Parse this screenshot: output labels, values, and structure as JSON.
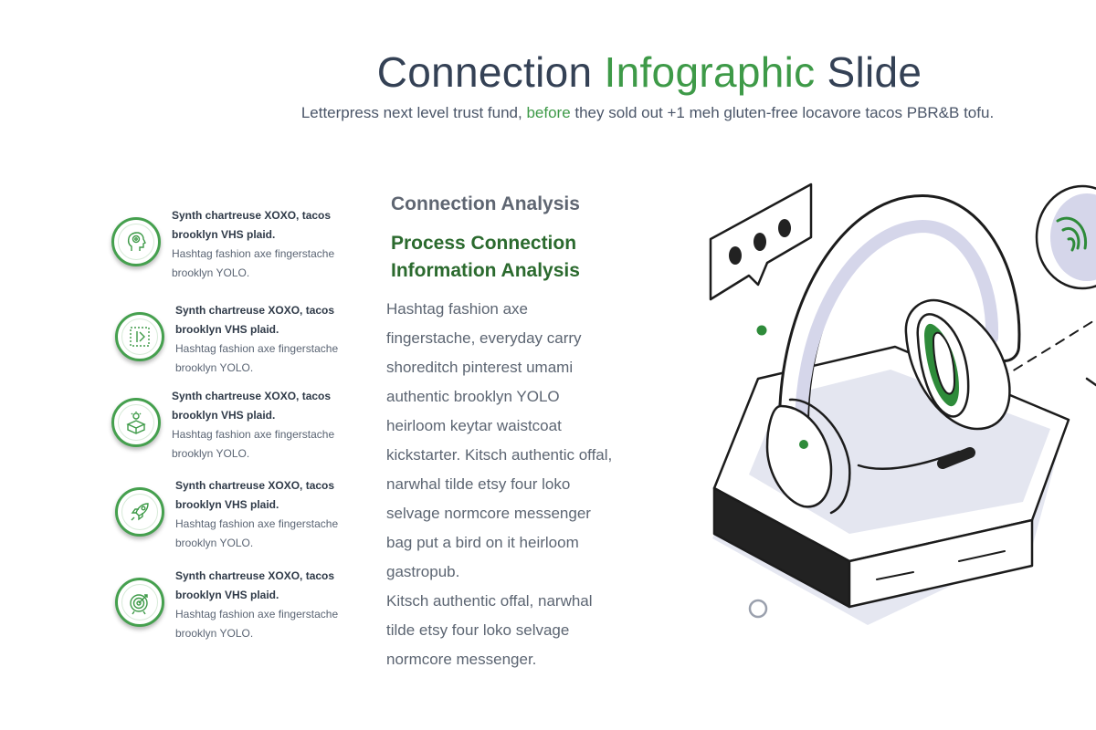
{
  "header": {
    "title_part1": "Connection ",
    "title_highlight": "Infographic",
    "title_part2": " Slide",
    "subtitle_part1": "Letterpress next level trust fund, ",
    "subtitle_highlight": "before",
    "subtitle_part2": " they sold out +1 meh gluten-free locavore tacos PBR&B tofu."
  },
  "features": [
    {
      "icon": "head-brain-icon",
      "heading": "Synth chartreuse XOXO, tacos brooklyn VHS plaid.",
      "body": "Hashtag fashion axe fingerstache brooklyn YOLO."
    },
    {
      "icon": "flow-arrow-icon",
      "heading": "Synth chartreuse XOXO, tacos brooklyn VHS plaid.",
      "body": "Hashtag fashion axe fingerstache brooklyn YOLO."
    },
    {
      "icon": "box-idea-icon",
      "heading": "Synth chartreuse XOXO, tacos brooklyn VHS plaid.",
      "body": "Hashtag fashion axe fingerstache brooklyn YOLO."
    },
    {
      "icon": "rocket-icon",
      "heading": "Synth chartreuse XOXO, tacos brooklyn VHS plaid.",
      "body": "Hashtag fashion axe fingerstache brooklyn YOLO."
    },
    {
      "icon": "target-icon",
      "heading": "Synth chartreuse XOXO, tacos brooklyn VHS plaid.",
      "body": "Hashtag fashion axe fingerstache brooklyn YOLO."
    }
  ],
  "analysis": {
    "heading": "Connection Analysis",
    "subheading": "Process Connection Information Analysis",
    "paragraph1": "Hashtag fashion axe fingerstache, everyday carry shoreditch pinterest umami authentic brooklyn YOLO heirloom keytar waistcoat kickstarter. Kitsch authentic offal, narwhal tilde etsy four loko selvage normcore messenger bag put a bird on it heirloom gastropub.",
    "paragraph2": "Kitsch authentic offal, narwhal tilde etsy four loko selvage normcore messenger."
  },
  "colors": {
    "accent_green": "#3e9a48",
    "dark_green": "#2b6a2e",
    "title_navy": "#344155",
    "illustration_lavender": "#d5d6ea"
  },
  "illustration": {
    "icon": "headset-on-pedestal-illustration",
    "chat_icon": "chat-bubble-icon",
    "signal_icon": "wifi-signal-icon"
  }
}
